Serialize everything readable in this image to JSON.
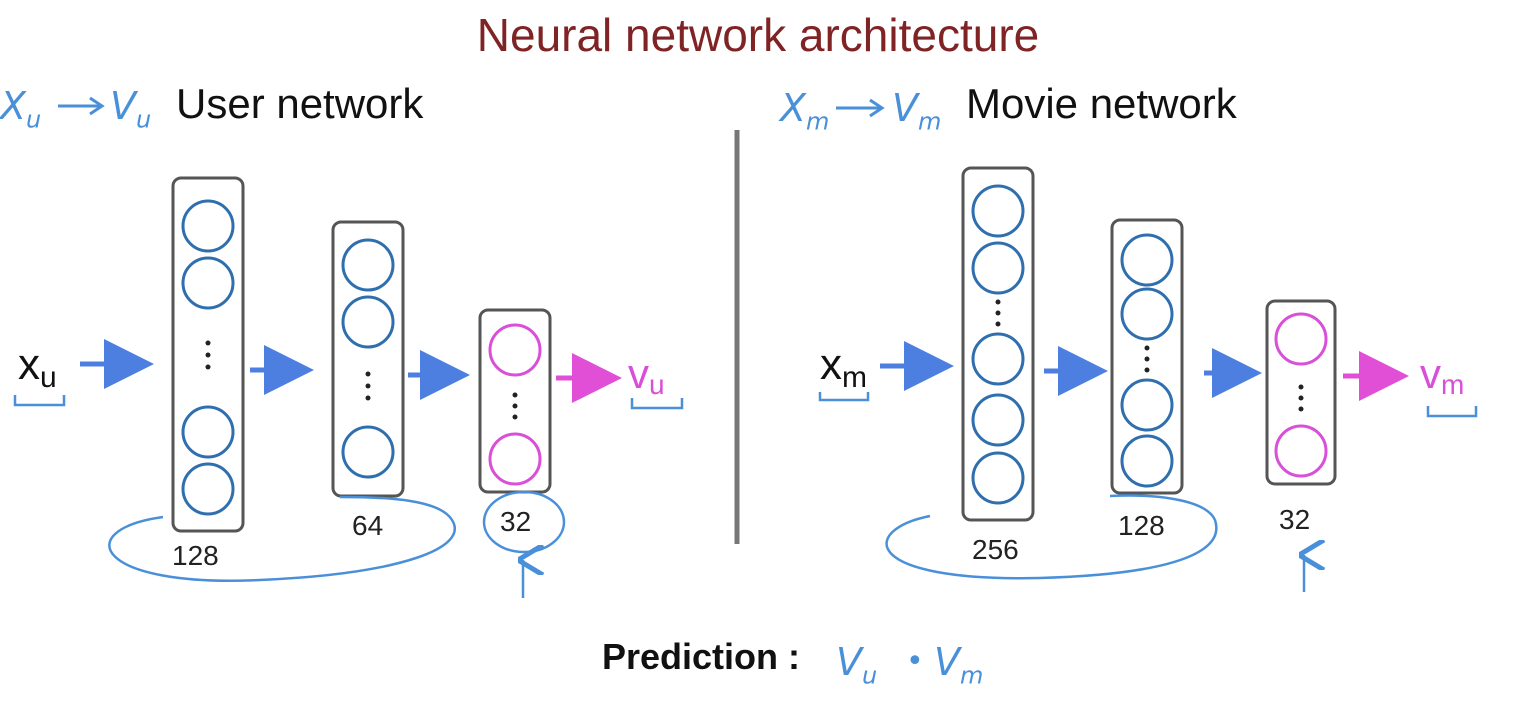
{
  "title": "Neural network architecture",
  "user": {
    "annotation_in": "X",
    "annotation_in_sub": "u",
    "annotation_out": "V",
    "annotation_out_sub": "u",
    "heading": "User network",
    "input": "x",
    "input_sub": "u",
    "output": "v",
    "output_sub": "u",
    "layers": [
      "128",
      "64",
      "32"
    ]
  },
  "movie": {
    "annotation_in": "X",
    "annotation_in_sub": "m",
    "annotation_out": "V",
    "annotation_out_sub": "m",
    "heading": "Movie network",
    "input": "x",
    "input_sub": "m",
    "output": "v",
    "output_sub": "m",
    "layers": [
      "256",
      "128",
      "32"
    ]
  },
  "prediction": {
    "label": "Prediction :",
    "lhs": "V",
    "lhs_sub": "u",
    "dot": "•",
    "rhs": "V",
    "rhs_sub": "m"
  },
  "colors": {
    "title": "#7f2324",
    "node_blue": "#2f6fae",
    "node_pink": "#d94fd8",
    "arrow_blue": "#4d7fe0",
    "arrow_pink": "#e04fd6",
    "annotation": "#4a90d9",
    "box": "#555555",
    "divider": "#777777"
  }
}
